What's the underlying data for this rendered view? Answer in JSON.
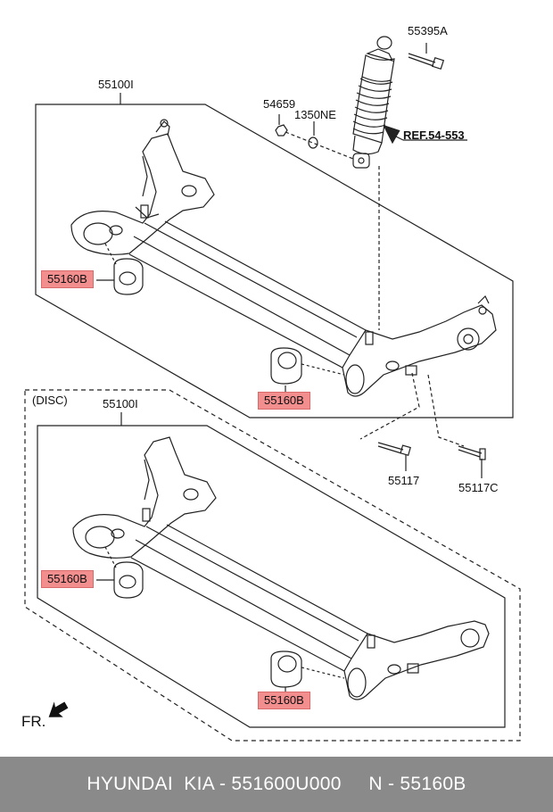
{
  "labels": {
    "bolt_top": "55395A",
    "assembly_top": "55100I",
    "nut": "54659",
    "washer": "1350NE",
    "ref": "REF.54-553",
    "bushing": "55160B",
    "bolt_a": "55117",
    "bolt_c": "55117C",
    "disc": "(DISC)",
    "assembly_bottom": "55100I",
    "fr": "FR."
  },
  "footer": {
    "text": "HYUNDAI  KIA - 551600U000     N - 55160B"
  },
  "colors": {
    "highlight": "#f28e8e",
    "footer_bg": "#8a8a8a"
  }
}
